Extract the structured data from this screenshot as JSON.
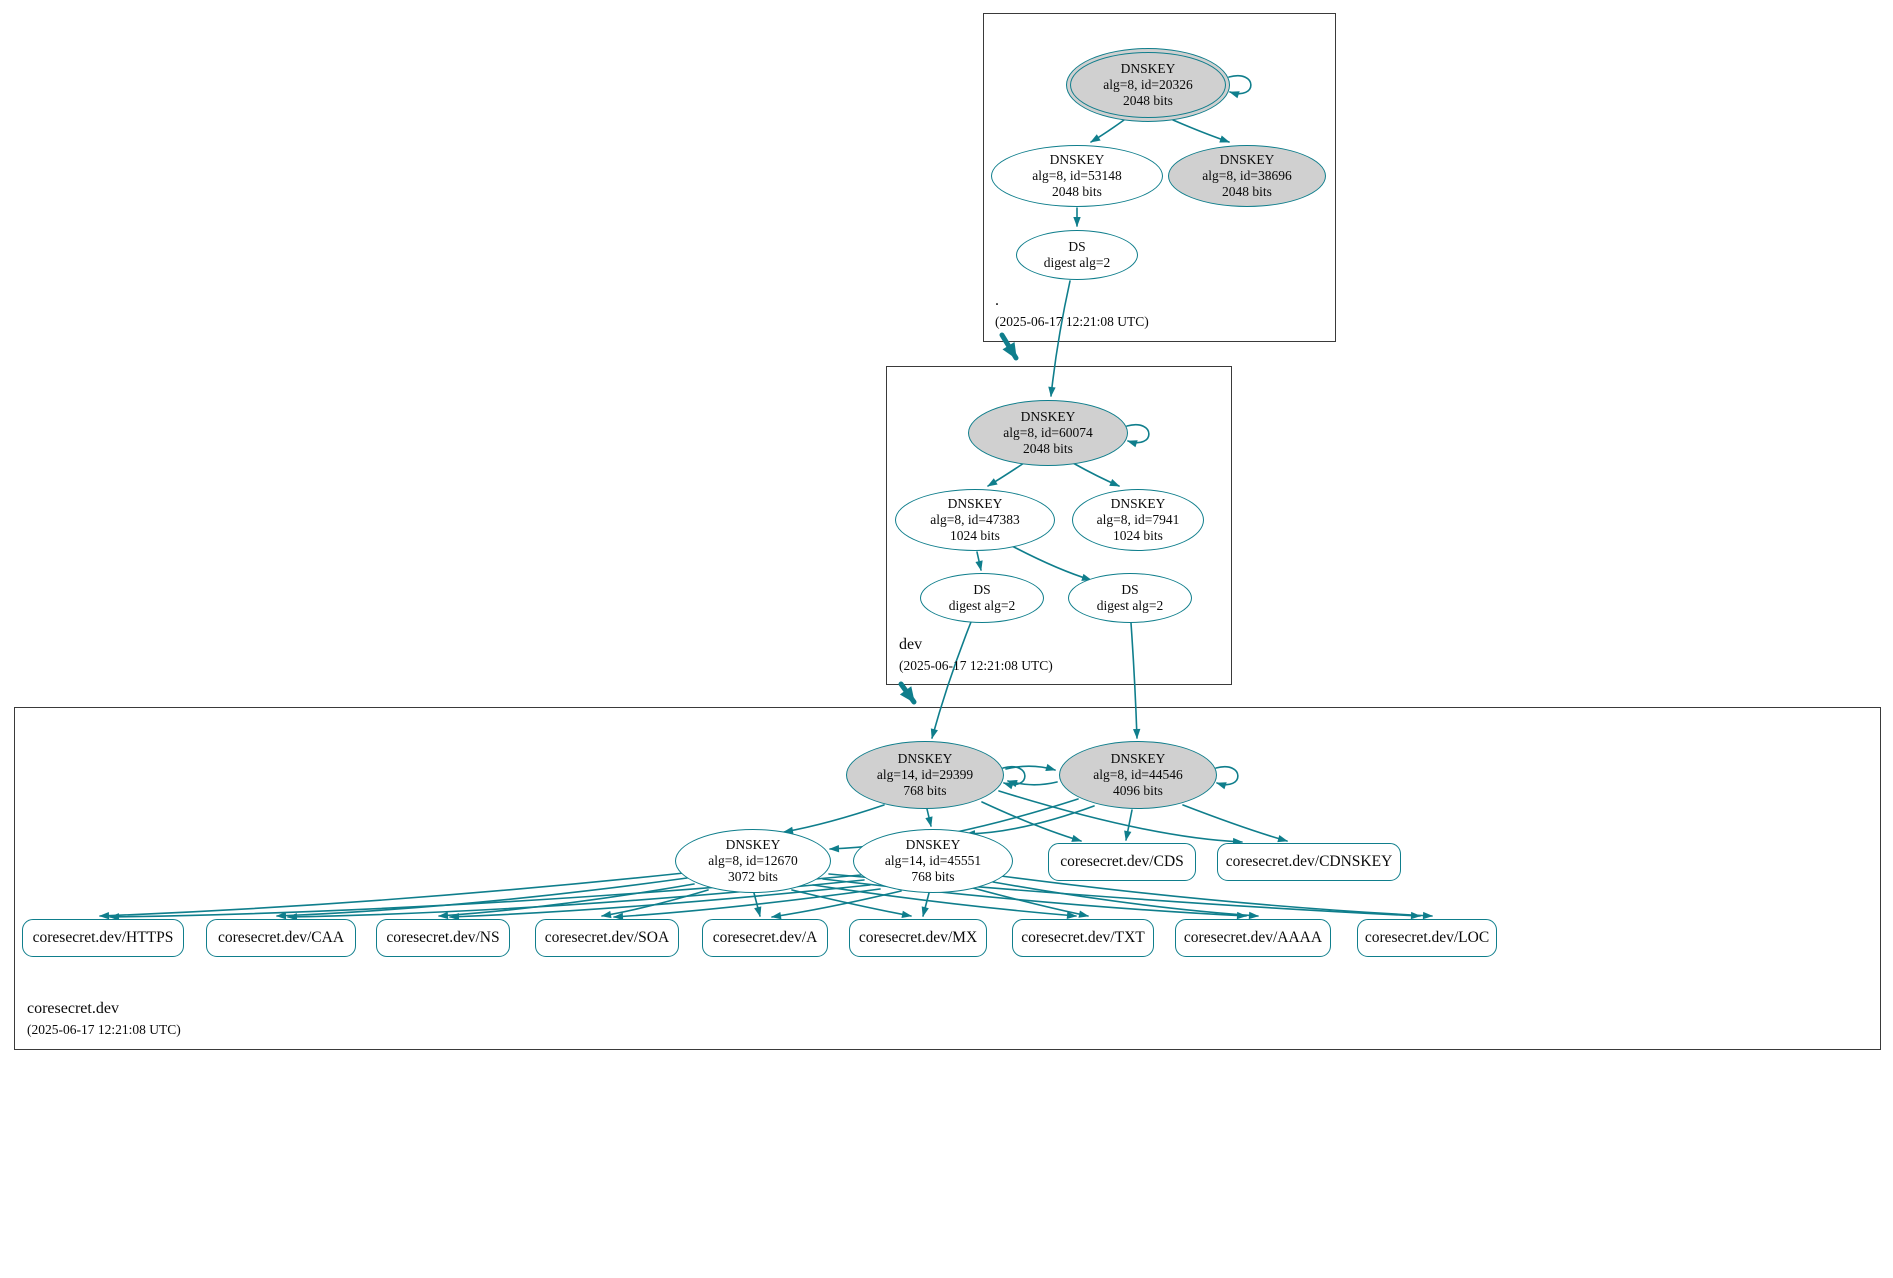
{
  "diagram_type": "dnssec-authentication-chain",
  "colors": {
    "secure_edge": "#0f7e8c",
    "ksk_fill": "#d0d0d0",
    "node_border": "#0f7e8c",
    "zone_border": "#3a3a3a"
  },
  "zones": {
    "root": {
      "label": ".",
      "timestamp": "(2025-06-17 12:21:08 UTC)"
    },
    "dev": {
      "label": "dev",
      "timestamp": "(2025-06-17 12:21:08 UTC)"
    },
    "coresecret": {
      "label": "coresecret.dev",
      "timestamp": "(2025-06-17 12:21:08 UTC)"
    }
  },
  "nodes": {
    "root_ksk": {
      "title": "DNSKEY",
      "detail": "alg=8, id=20326",
      "size": "2048 bits"
    },
    "root_zsk": {
      "title": "DNSKEY",
      "detail": "alg=8, id=53148",
      "size": "2048 bits"
    },
    "root_ksk2": {
      "title": "DNSKEY",
      "detail": "alg=8, id=38696",
      "size": "2048 bits"
    },
    "root_ds": {
      "title": "DS",
      "detail": "digest alg=2"
    },
    "dev_ksk": {
      "title": "DNSKEY",
      "detail": "alg=8, id=60074",
      "size": "2048 bits"
    },
    "dev_zsk1": {
      "title": "DNSKEY",
      "detail": "alg=8, id=47383",
      "size": "1024 bits"
    },
    "dev_zsk2": {
      "title": "DNSKEY",
      "detail": "alg=8, id=7941",
      "size": "1024 bits"
    },
    "dev_ds1": {
      "title": "DS",
      "detail": "digest alg=2"
    },
    "dev_ds2": {
      "title": "DS",
      "detail": "digest alg=2"
    },
    "cs_ksk1": {
      "title": "DNSKEY",
      "detail": "alg=14, id=29399",
      "size": "768 bits"
    },
    "cs_ksk2": {
      "title": "DNSKEY",
      "detail": "alg=8, id=44546",
      "size": "4096 bits"
    },
    "cs_zsk1": {
      "title": "DNSKEY",
      "detail": "alg=8, id=12670",
      "size": "3072 bits"
    },
    "cs_zsk2": {
      "title": "DNSKEY",
      "detail": "alg=14, id=45551",
      "size": "768 bits"
    },
    "rr_cds": {
      "label": "coresecret.dev/CDS"
    },
    "rr_cdnskey": {
      "label": "coresecret.dev/CDNSKEY"
    },
    "rr_https": {
      "label": "coresecret.dev/HTTPS"
    },
    "rr_caa": {
      "label": "coresecret.dev/CAA"
    },
    "rr_ns": {
      "label": "coresecret.dev/NS"
    },
    "rr_soa": {
      "label": "coresecret.dev/SOA"
    },
    "rr_a": {
      "label": "coresecret.dev/A"
    },
    "rr_mx": {
      "label": "coresecret.dev/MX"
    },
    "rr_txt": {
      "label": "coresecret.dev/TXT"
    },
    "rr_aaaa": {
      "label": "coresecret.dev/AAAA"
    },
    "rr_loc": {
      "label": "coresecret.dev/LOC"
    }
  },
  "edges": [
    {
      "from": "root_ksk",
      "to": "root_ksk",
      "type": "self-sign"
    },
    {
      "from": "root_ksk",
      "to": "root_zsk",
      "type": "sign"
    },
    {
      "from": "root_ksk",
      "to": "root_ksk2",
      "type": "sign"
    },
    {
      "from": "root_zsk",
      "to": "root_ds",
      "type": "sign"
    },
    {
      "from": "root_ds",
      "to": "dev_ksk",
      "type": "ds-to-key"
    },
    {
      "from": "zone_root",
      "to": "zone_dev",
      "type": "delegation"
    },
    {
      "from": "dev_ksk",
      "to": "dev_ksk",
      "type": "self-sign"
    },
    {
      "from": "dev_ksk",
      "to": "dev_zsk1",
      "type": "sign"
    },
    {
      "from": "dev_ksk",
      "to": "dev_zsk2",
      "type": "sign"
    },
    {
      "from": "dev_zsk1",
      "to": "dev_ds1",
      "type": "sign"
    },
    {
      "from": "dev_zsk1",
      "to": "dev_ds2",
      "type": "sign"
    },
    {
      "from": "dev_ds1",
      "to": "cs_ksk1",
      "type": "ds-to-key"
    },
    {
      "from": "dev_ds2",
      "to": "cs_ksk2",
      "type": "ds-to-key"
    },
    {
      "from": "zone_dev",
      "to": "zone_coresecret",
      "type": "delegation"
    },
    {
      "from": "cs_ksk1",
      "to": "cs_ksk1",
      "type": "self-sign"
    },
    {
      "from": "cs_ksk2",
      "to": "cs_ksk2",
      "type": "self-sign"
    },
    {
      "from": "cs_ksk1",
      "to": "cs_ksk2",
      "type": "sign"
    },
    {
      "from": "cs_ksk2",
      "to": "cs_ksk1",
      "type": "sign"
    },
    {
      "from": "cs_ksk1",
      "to": "cs_zsk1",
      "type": "sign"
    },
    {
      "from": "cs_ksk1",
      "to": "cs_zsk2",
      "type": "sign"
    },
    {
      "from": "cs_ksk1",
      "to": "rr_cds",
      "type": "sign"
    },
    {
      "from": "cs_ksk1",
      "to": "rr_cdnskey",
      "type": "sign"
    },
    {
      "from": "cs_ksk2",
      "to": "cs_zsk1",
      "type": "sign"
    },
    {
      "from": "cs_ksk2",
      "to": "cs_zsk2",
      "type": "sign"
    },
    {
      "from": "cs_ksk2",
      "to": "rr_cds",
      "type": "sign"
    },
    {
      "from": "cs_ksk2",
      "to": "rr_cdnskey",
      "type": "sign"
    },
    {
      "from": "cs_zsk1",
      "to": "rr_https",
      "type": "sign"
    },
    {
      "from": "cs_zsk1",
      "to": "rr_caa",
      "type": "sign"
    },
    {
      "from": "cs_zsk1",
      "to": "rr_ns",
      "type": "sign"
    },
    {
      "from": "cs_zsk1",
      "to": "rr_soa",
      "type": "sign"
    },
    {
      "from": "cs_zsk1",
      "to": "rr_a",
      "type": "sign"
    },
    {
      "from": "cs_zsk1",
      "to": "rr_mx",
      "type": "sign"
    },
    {
      "from": "cs_zsk1",
      "to": "rr_txt",
      "type": "sign"
    },
    {
      "from": "cs_zsk1",
      "to": "rr_aaaa",
      "type": "sign"
    },
    {
      "from": "cs_zsk1",
      "to": "rr_loc",
      "type": "sign"
    },
    {
      "from": "cs_zsk2",
      "to": "rr_https",
      "type": "sign"
    },
    {
      "from": "cs_zsk2",
      "to": "rr_caa",
      "type": "sign"
    },
    {
      "from": "cs_zsk2",
      "to": "rr_ns",
      "type": "sign"
    },
    {
      "from": "cs_zsk2",
      "to": "rr_soa",
      "type": "sign"
    },
    {
      "from": "cs_zsk2",
      "to": "rr_a",
      "type": "sign"
    },
    {
      "from": "cs_zsk2",
      "to": "rr_mx",
      "type": "sign"
    },
    {
      "from": "cs_zsk2",
      "to": "rr_txt",
      "type": "sign"
    },
    {
      "from": "cs_zsk2",
      "to": "rr_aaaa",
      "type": "sign"
    },
    {
      "from": "cs_zsk2",
      "to": "rr_loc",
      "type": "sign"
    }
  ]
}
